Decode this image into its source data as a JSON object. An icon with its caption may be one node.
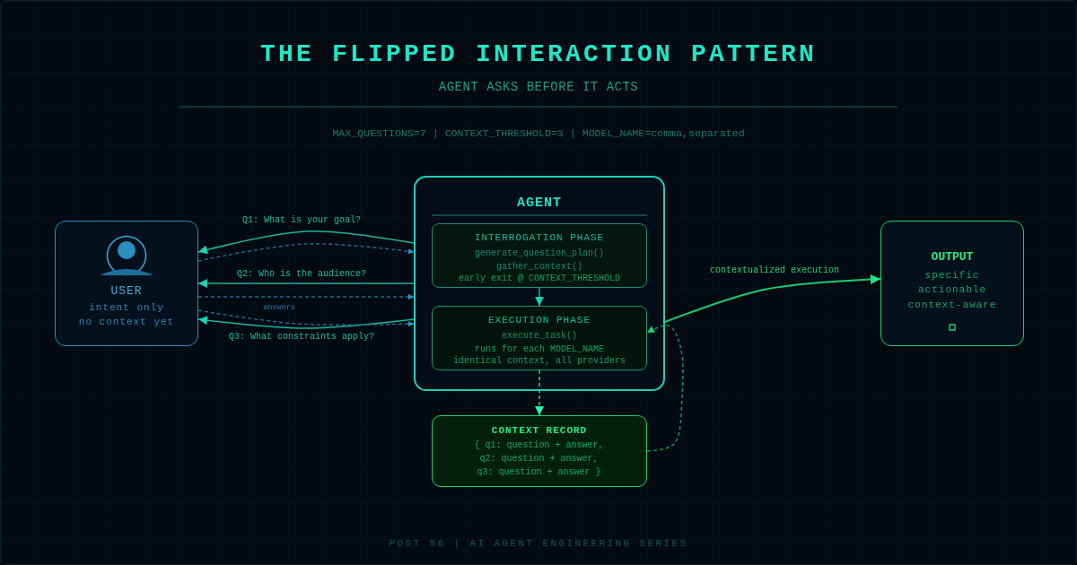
{
  "diagram": {
    "title": "THE FLIPPED INTERACTION PATTERN",
    "nodes": [
      {
        "text": [
          "USER",
          "intent only",
          "no context yet"
        ]
      },
      {
        "text": [
          "AGENT"
        ]
      },
      {
        "text": [
          "INTERROGATION PHASE",
          "generate_question_plan()",
          "gather_context()",
          "early exit @ CONTEXT_THRESHOLD"
        ],
        "in": 1
      },
      {
        "text": [
          "EXECUTION PHASE",
          "execute_task()",
          "runs for each MODEL_NAME",
          "identical context, all providers"
        ],
        "in": 1
      },
      {
        "text": [
          "CONTEXT RECORD",
          "{ q1: question + answer, q2: question + answer, q3: question + answer }"
        ]
      },
      {
        "text": [
          "OUTPUT",
          "specific",
          "actionable",
          "context-aware"
        ]
      }
    ],
    "edges": [
      {
        "from": 1,
        "to": 0,
        "arrow": "to",
        "label": "Q1: What is your goal?"
      },
      {
        "from": 0,
        "to": 1,
        "arrow": "to",
        "style": "dashed",
        "color": "#1f6a94"
      },
      {
        "from": 1,
        "to": 0,
        "arrow": "to",
        "label": "Q2: Who is the audience?"
      },
      {
        "from": 0,
        "to": 1,
        "arrow": "to",
        "style": "dashed",
        "color": "#1f6a94",
        "label": "answers"
      },
      {
        "from": 1,
        "to": 0,
        "arrow": "to",
        "label": "Q3: What constraints apply?"
      },
      {
        "from": 0,
        "to": 1,
        "arrow": "to",
        "style": "dashed",
        "color": "#1f6a94"
      },
      {
        "from": 2,
        "to": 3,
        "arrow": "to"
      },
      {
        "from": 3,
        "to": 4,
        "arrow": "to",
        "style": "dashed",
        "color": "#19e07a"
      },
      {
        "from": 4,
        "to": 3,
        "arrow": "to",
        "style": "dashed",
        "color": "#12935a"
      },
      {
        "from": 1,
        "to": 5,
        "arrow": "to",
        "label": "contextualized execution",
        "color": "#18cc72"
      }
    ],
    "labels": [
      "AGENT ASKS BEFORE IT ACTS",
      "MAX_QUESTIONS=7 | CONTEXT_THRESHOLD=3 | MODEL_NAME=comma,separated",
      "POST 56 | AI AGENT ENGINEERING SERIES"
    ]
  }
}
